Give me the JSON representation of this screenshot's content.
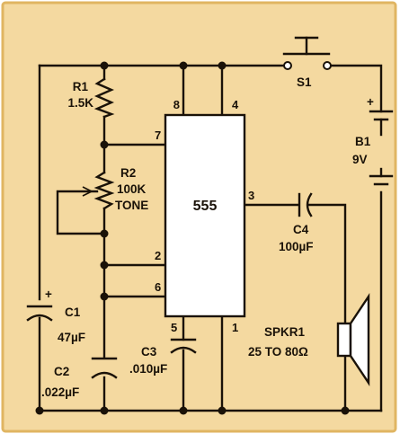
{
  "colors": {
    "board": "#f4d9a0",
    "border": "#e0b562",
    "ink": "#1a1208",
    "chip_fill": "#ffffff"
  },
  "ic": {
    "label": "555"
  },
  "pins": {
    "p8": "8",
    "p4": "4",
    "p7": "7",
    "p3": "3",
    "p2": "2",
    "p6": "6",
    "p5": "5",
    "p1": "1"
  },
  "components": {
    "r1": {
      "name": "R1",
      "value": "1.5K"
    },
    "r2": {
      "name": "R2",
      "value": "100K",
      "note": "TONE"
    },
    "s1": {
      "name": "S1"
    },
    "b1": {
      "name": "B1",
      "value": "9V",
      "plus": "+"
    },
    "c4": {
      "name": "C4",
      "value": "100µF"
    },
    "c1": {
      "name": "C1",
      "value": "47µF",
      "plus": "+"
    },
    "c2": {
      "name": "C2",
      "value": ".022µF"
    },
    "c3": {
      "name": "C3",
      "value": ".010µF"
    },
    "spkr1": {
      "name": "SPKR1",
      "value": "25 TO 80Ω"
    }
  }
}
